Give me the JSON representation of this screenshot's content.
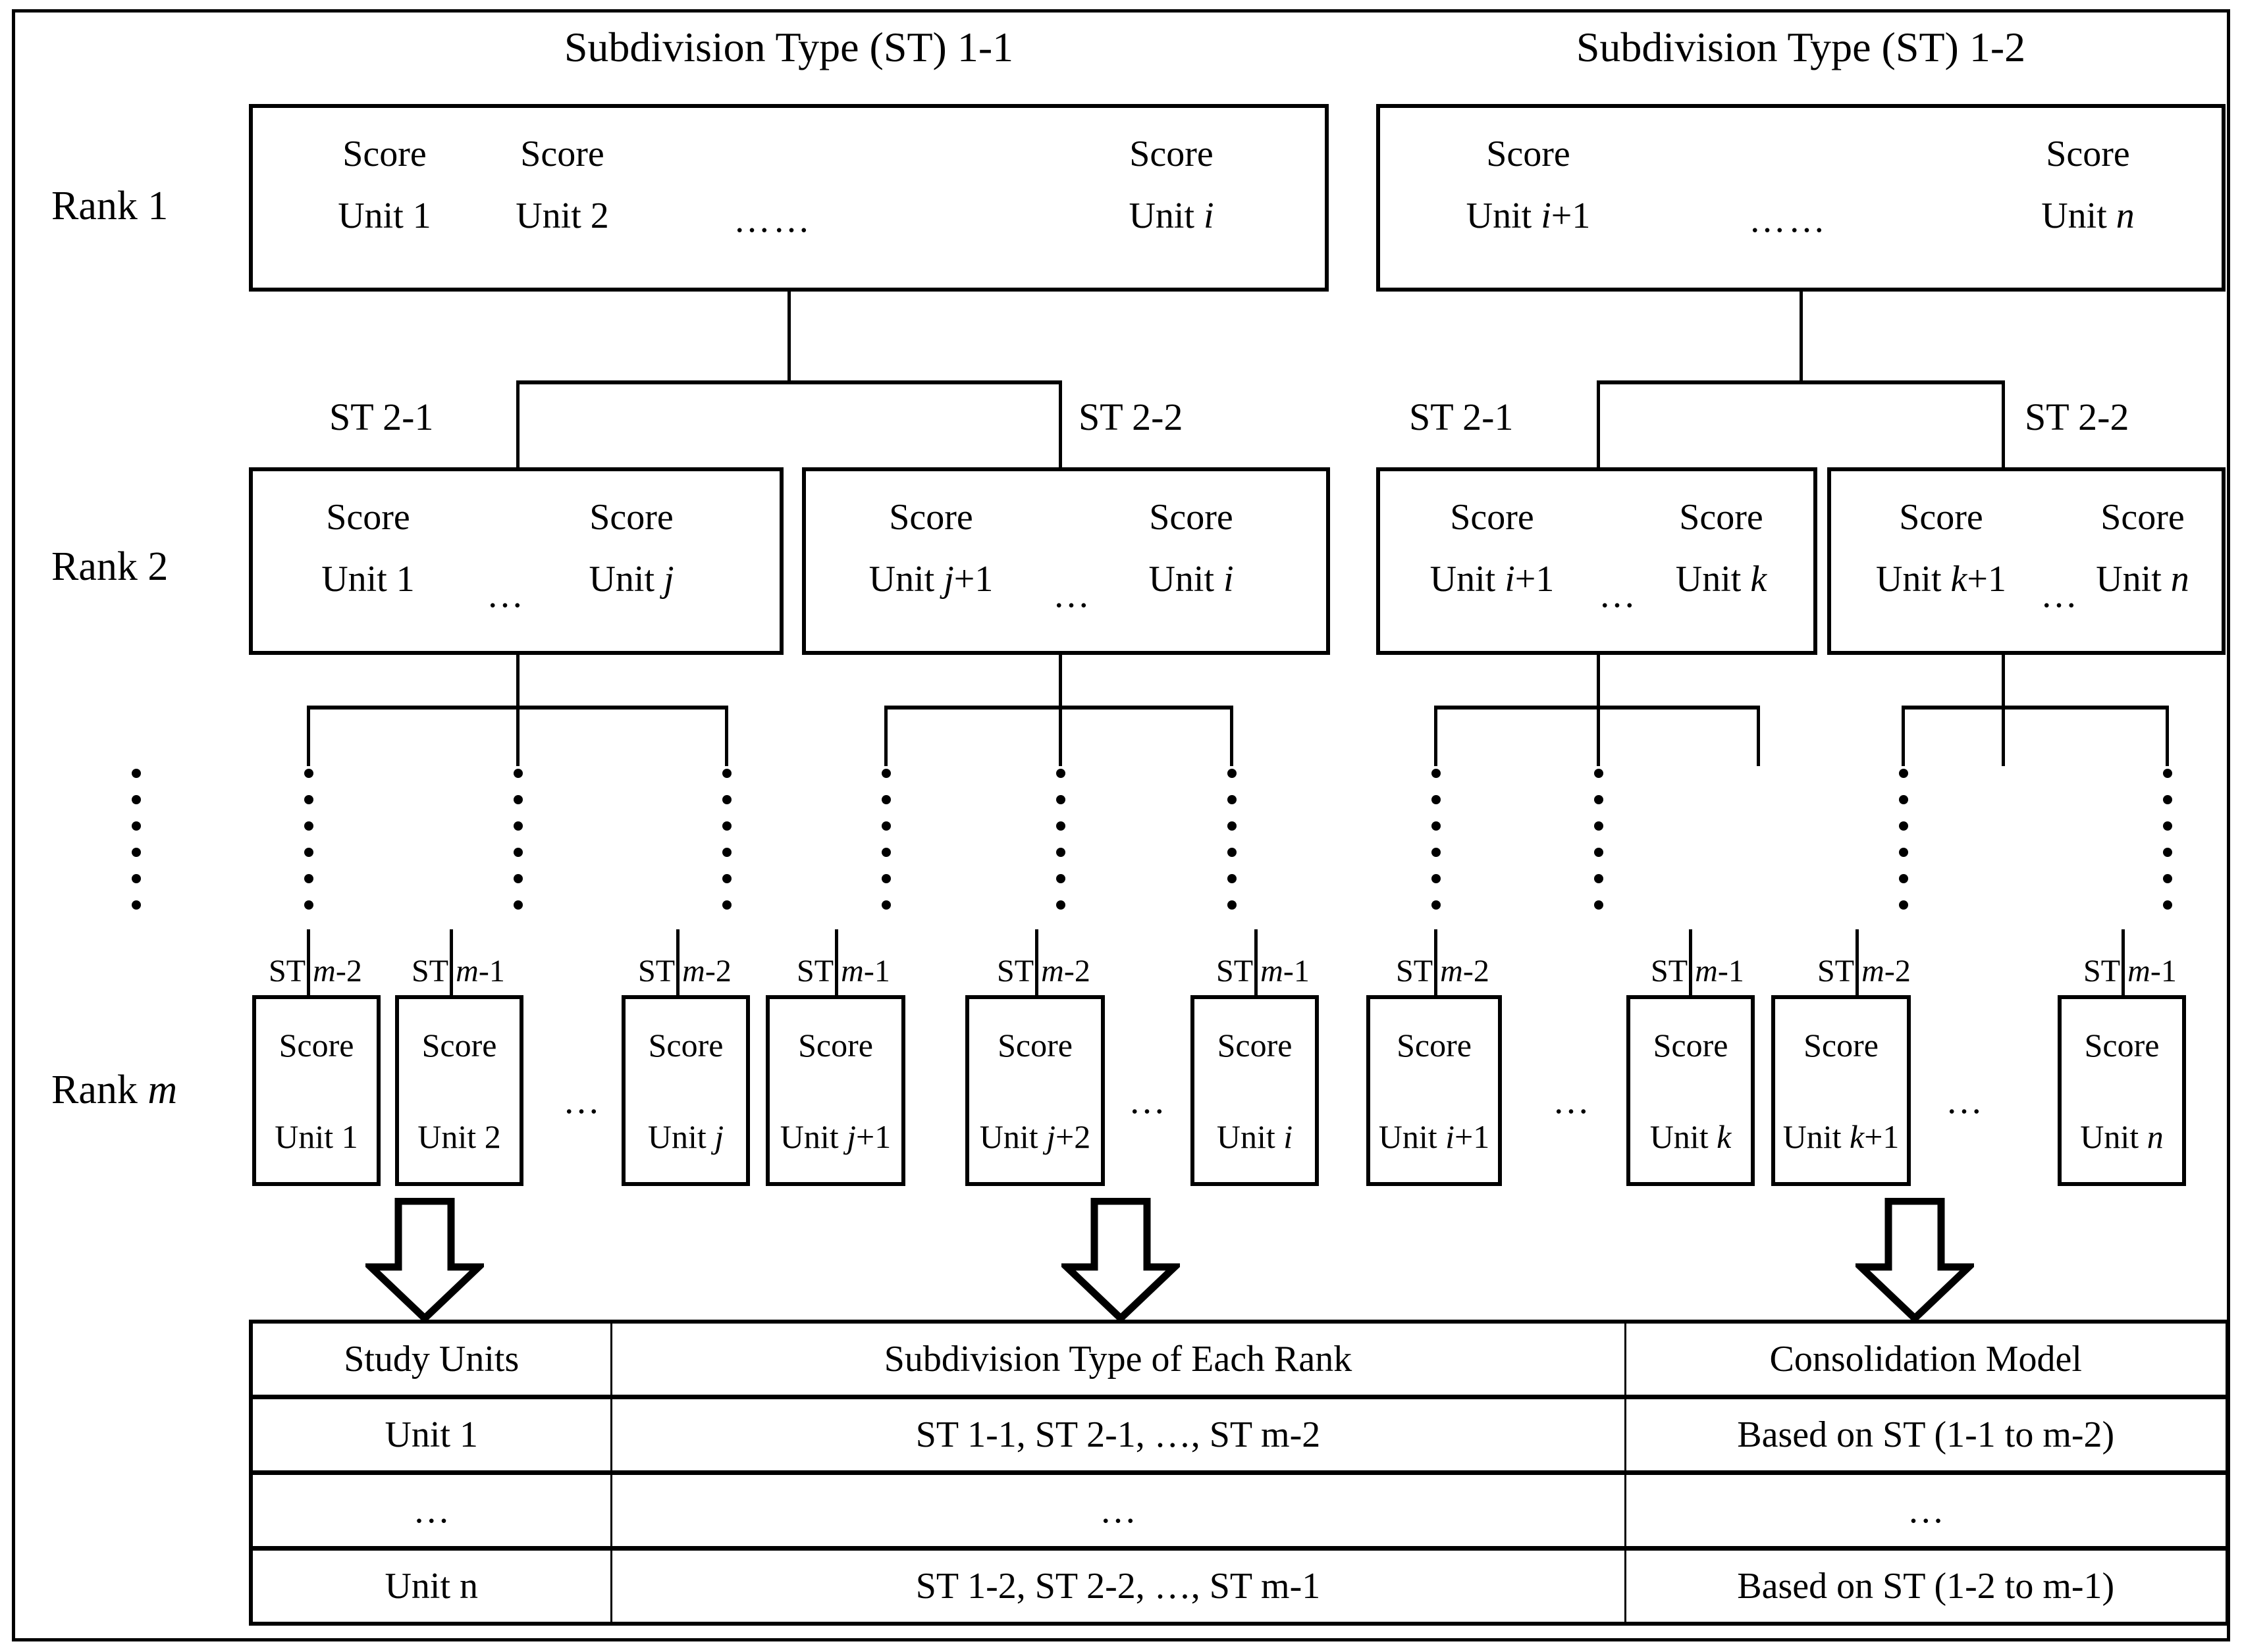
{
  "diagram": {
    "titles": {
      "st11": "Subdivision Type (ST) 1-1",
      "st12": "Subdivision Type (ST) 1-2"
    },
    "rank_labels": {
      "rank1": "Rank 1",
      "rank2": "Rank 2",
      "rankm_prefix": "Rank ",
      "rankm_var": "m"
    },
    "rank1": {
      "left_box": {
        "cells": [
          {
            "score": "Score",
            "unit": "Unit 1"
          },
          {
            "score": "Score",
            "unit": "Unit 2"
          },
          {
            "score": "Score",
            "unit": "Unit i",
            "unit_prefix": "Unit ",
            "unit_var": "i"
          }
        ],
        "ellipsis": "……"
      },
      "right_box": {
        "cells": [
          {
            "score": "Score",
            "unit": "Unit i+1",
            "unit_prefix": "Unit ",
            "unit_var": "i",
            "unit_suffix": "+1"
          },
          {
            "score": "Score",
            "unit": "Unit n",
            "unit_prefix": "Unit ",
            "unit_var": "n"
          }
        ],
        "ellipsis": "……"
      }
    },
    "rank2": {
      "group_labels": {
        "left_st21": "ST 2-1",
        "left_st22": "ST 2-2",
        "right_st21": "ST 2-1",
        "right_st22": "ST 2-2"
      },
      "boxes": [
        {
          "name": "rank2-box-1",
          "left": {
            "score": "Score",
            "unit_prefix": "Unit ",
            "unit_var": "1"
          },
          "mid": "…",
          "right": {
            "score": "Score",
            "unit_prefix": "Unit ",
            "unit_var": "j"
          }
        },
        {
          "name": "rank2-box-2",
          "left": {
            "score": "Score",
            "unit_prefix": "Unit ",
            "unit_var": "j",
            "unit_suffix": "+1"
          },
          "mid": "…",
          "right": {
            "score": "Score",
            "unit_prefix": "Unit ",
            "unit_var": "i"
          }
        },
        {
          "name": "rank2-box-3",
          "left": {
            "score": "Score",
            "unit_prefix": "Unit ",
            "unit_var": "i",
            "unit_suffix": "+1"
          },
          "mid": "…",
          "right": {
            "score": "Score",
            "unit_prefix": "Unit ",
            "unit_var": "k"
          }
        },
        {
          "name": "rank2-box-4",
          "left": {
            "score": "Score",
            "unit_prefix": "Unit ",
            "unit_var": "k",
            "unit_suffix": "+1"
          },
          "mid": "…",
          "right": {
            "score": "Score",
            "unit_prefix": "Unit ",
            "unit_var": "n"
          }
        }
      ]
    },
    "rankm": {
      "units": [
        {
          "st_prefix": "ST ",
          "st_var": "m",
          "st_suffix": "-2",
          "score": "Score",
          "unit_prefix": "Unit ",
          "unit_var": "1"
        },
        {
          "st_prefix": "ST ",
          "st_var": "m",
          "st_suffix": "-1",
          "score": "Score",
          "unit_prefix": "Unit ",
          "unit_var": "2"
        },
        {
          "st_prefix": "ST ",
          "st_var": "m",
          "st_suffix": "-2",
          "score": "Score",
          "unit_prefix": "Unit ",
          "unit_var": "j"
        },
        {
          "st_prefix": "ST ",
          "st_var": "m",
          "st_suffix": "-1",
          "score": "Score",
          "unit_prefix": "Unit ",
          "unit_var": "j",
          "unit_suffix": "+1"
        },
        {
          "st_prefix": "ST ",
          "st_var": "m",
          "st_suffix": "-2",
          "score": "Score",
          "unit_prefix": "Unit ",
          "unit_var": "j",
          "unit_suffix": "+2"
        },
        {
          "st_prefix": "ST ",
          "st_var": "m",
          "st_suffix": "-1",
          "score": "Score",
          "unit_prefix": "Unit ",
          "unit_var": "i"
        },
        {
          "st_prefix": "ST ",
          "st_var": "m",
          "st_suffix": "-2",
          "score": "Score",
          "unit_prefix": "Unit ",
          "unit_var": "i",
          "unit_suffix": "+1"
        },
        {
          "st_prefix": "ST ",
          "st_var": "m",
          "st_suffix": "-1",
          "score": "Score",
          "unit_prefix": "Unit ",
          "unit_var": "k"
        },
        {
          "st_prefix": "ST ",
          "st_var": "m",
          "st_suffix": "-2",
          "score": "Score",
          "unit_prefix": "Unit ",
          "unit_var": "k",
          "unit_suffix": "+1"
        },
        {
          "st_prefix": "ST ",
          "st_var": "m",
          "st_suffix": "-1",
          "score": "Score",
          "unit_prefix": "Unit ",
          "unit_var": "n"
        }
      ],
      "ellipsis": "…"
    },
    "summary_table": {
      "headers": [
        "Study Units",
        "Subdivision Type of Each Rank",
        "Consolidation Model"
      ],
      "rows": [
        [
          "Unit 1",
          "ST 1-1, ST 2-1, …, ST m-2",
          "Based on ST (1-1 to m-2)"
        ],
        [
          "…",
          "…",
          "…"
        ],
        [
          "Unit n",
          "ST 1-2, ST 2-2, …, ST m-1",
          "Based on ST (1-2 to m-1)"
        ]
      ]
    }
  }
}
